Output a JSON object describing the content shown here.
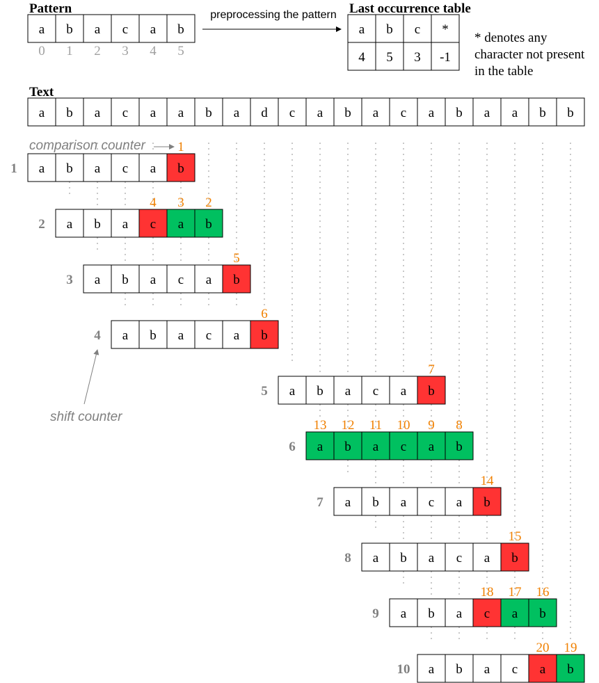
{
  "pattern": {
    "title": "Pattern",
    "chars": [
      "a",
      "b",
      "a",
      "c",
      "a",
      "b"
    ],
    "indices": [
      "0",
      "1",
      "2",
      "3",
      "4",
      "5"
    ]
  },
  "preprocess_label": "preprocessing the pattern",
  "last_occurrence": {
    "title": "Last occurrence table",
    "keys": [
      "a",
      "b",
      "c",
      "*"
    ],
    "values": [
      "4",
      "5",
      "3",
      "-1"
    ],
    "note_lines": [
      "* denotes any",
      "character not present",
      "in the table"
    ]
  },
  "text": {
    "title": "Text",
    "chars": [
      "a",
      "b",
      "a",
      "c",
      "a",
      "a",
      "b",
      "a",
      "d",
      "c",
      "a",
      "b",
      "a",
      "c",
      "a",
      "b",
      "a",
      "a",
      "b",
      "b"
    ]
  },
  "comparison_counter_label": "comparison counter",
  "shift_counter_label": "shift counter",
  "colors": {
    "mismatch": "#ff3333",
    "match": "#00c060",
    "counter": "#f08000",
    "shift_label": "#808080",
    "index_label": "#a0a0a0",
    "guide": "#c8c8c8"
  },
  "rows": [
    {
      "label": "1",
      "offset": 0,
      "states": [
        "",
        "",
        "",
        "",
        "",
        "x"
      ],
      "counts": [
        "",
        "",
        "",
        "",
        "",
        "1"
      ]
    },
    {
      "label": "2",
      "offset": 1,
      "states": [
        "",
        "",
        "",
        "x",
        "m",
        "m"
      ],
      "counts": [
        "",
        "",
        "",
        "4",
        "3",
        "2"
      ]
    },
    {
      "label": "3",
      "offset": 2,
      "states": [
        "",
        "",
        "",
        "",
        "",
        "x"
      ],
      "counts": [
        "",
        "",
        "",
        "",
        "",
        "5"
      ]
    },
    {
      "label": "4",
      "offset": 3,
      "states": [
        "",
        "",
        "",
        "",
        "",
        "x"
      ],
      "counts": [
        "",
        "",
        "",
        "",
        "",
        "6"
      ]
    },
    {
      "label": "5",
      "offset": 9,
      "states": [
        "",
        "",
        "",
        "",
        "",
        "x"
      ],
      "counts": [
        "",
        "",
        "",
        "",
        "",
        "7"
      ]
    },
    {
      "label": "6",
      "offset": 10,
      "states": [
        "m",
        "m",
        "m",
        "m",
        "m",
        "m"
      ],
      "counts": [
        "13",
        "12",
        "11",
        "10",
        "9",
        "8"
      ]
    },
    {
      "label": "7",
      "offset": 11,
      "states": [
        "",
        "",
        "",
        "",
        "",
        "x"
      ],
      "counts": [
        "",
        "",
        "",
        "",
        "",
        "14"
      ]
    },
    {
      "label": "8",
      "offset": 12,
      "states": [
        "",
        "",
        "",
        "",
        "",
        "x"
      ],
      "counts": [
        "",
        "",
        "",
        "",
        "",
        "15"
      ]
    },
    {
      "label": "9",
      "offset": 13,
      "states": [
        "",
        "",
        "",
        "x",
        "m",
        "m"
      ],
      "counts": [
        "",
        "",
        "",
        "18",
        "17",
        "16"
      ]
    },
    {
      "label": "10",
      "offset": 14,
      "states": [
        "",
        "",
        "",
        "",
        "x",
        "m"
      ],
      "counts": [
        "",
        "",
        "",
        "",
        "20",
        "19"
      ]
    }
  ]
}
